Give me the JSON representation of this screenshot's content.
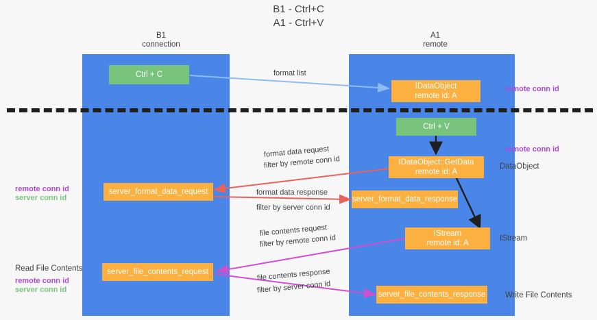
{
  "title": {
    "line1": "B1 - Ctrl+C",
    "line2": "A1 - Ctrl+V"
  },
  "lanes": [
    {
      "name": "B1",
      "role": "connection"
    },
    {
      "name": "A1",
      "role": "remote"
    }
  ],
  "nodes": {
    "ctrl_c": "Ctrl + C",
    "ctrl_v": "Ctrl + V",
    "idataobject": {
      "line1": "IDataObject",
      "line2": "remote id: A"
    },
    "idataobject_getdata": {
      "line1": "IDataObject::GetData",
      "line2": "remote id: A"
    },
    "istream": {
      "line1": "IStream",
      "line2": "remote id: A"
    },
    "server_format_data_request": "server_format_data_request",
    "server_format_data_response": "server_format_data_response",
    "server_file_contents_request": "server_file_contents_request",
    "server_file_contents_response": "server_file_contents_response"
  },
  "edges": {
    "format_list": "format list",
    "format_data_request": "format data request",
    "format_data_request_filter_prefix": "filter by ",
    "format_data_request_filter_key": "remote conn id",
    "format_data_response": "format data response",
    "format_data_response_filter_prefix": "filter by ",
    "format_data_response_filter_key": "server conn id",
    "file_contents_request": "file contents request",
    "file_contents_request_filter_prefix": "filter by ",
    "file_contents_request_filter_key": "remote conn id",
    "file_contents_response": "file contents response",
    "file_contents_response_filter_prefix": "filter by ",
    "file_contents_response_filter_key": "server conn id"
  },
  "annotations": {
    "right_remote_conn_id_top": "remote conn id",
    "right_remote_conn_id_mid": "remote conn id",
    "right_dataobject": "DataObject",
    "right_istream": "IStream",
    "right_write_file_contents": "Write File Contents",
    "left_remote_conn_id_mid": "remote conn id",
    "left_server_conn_id_mid": "server conn id",
    "left_read_file_contents": "Read File Contents",
    "left_remote_conn_id_bottom": "remote conn id",
    "left_server_conn_id_bottom": "server conn id"
  },
  "colors": {
    "lane": "#4a86e8",
    "green_node": "#78c47c",
    "orange_node": "#fbb040",
    "purple_key": "#b14cd8",
    "green_key": "#7cc47f",
    "arrow_blue": "#8fbcf0",
    "arrow_red": "#e8625a",
    "arrow_magenta": "#cf4fd0",
    "arrow_black": "#1f1f1f",
    "background": "#f7f7f7"
  }
}
